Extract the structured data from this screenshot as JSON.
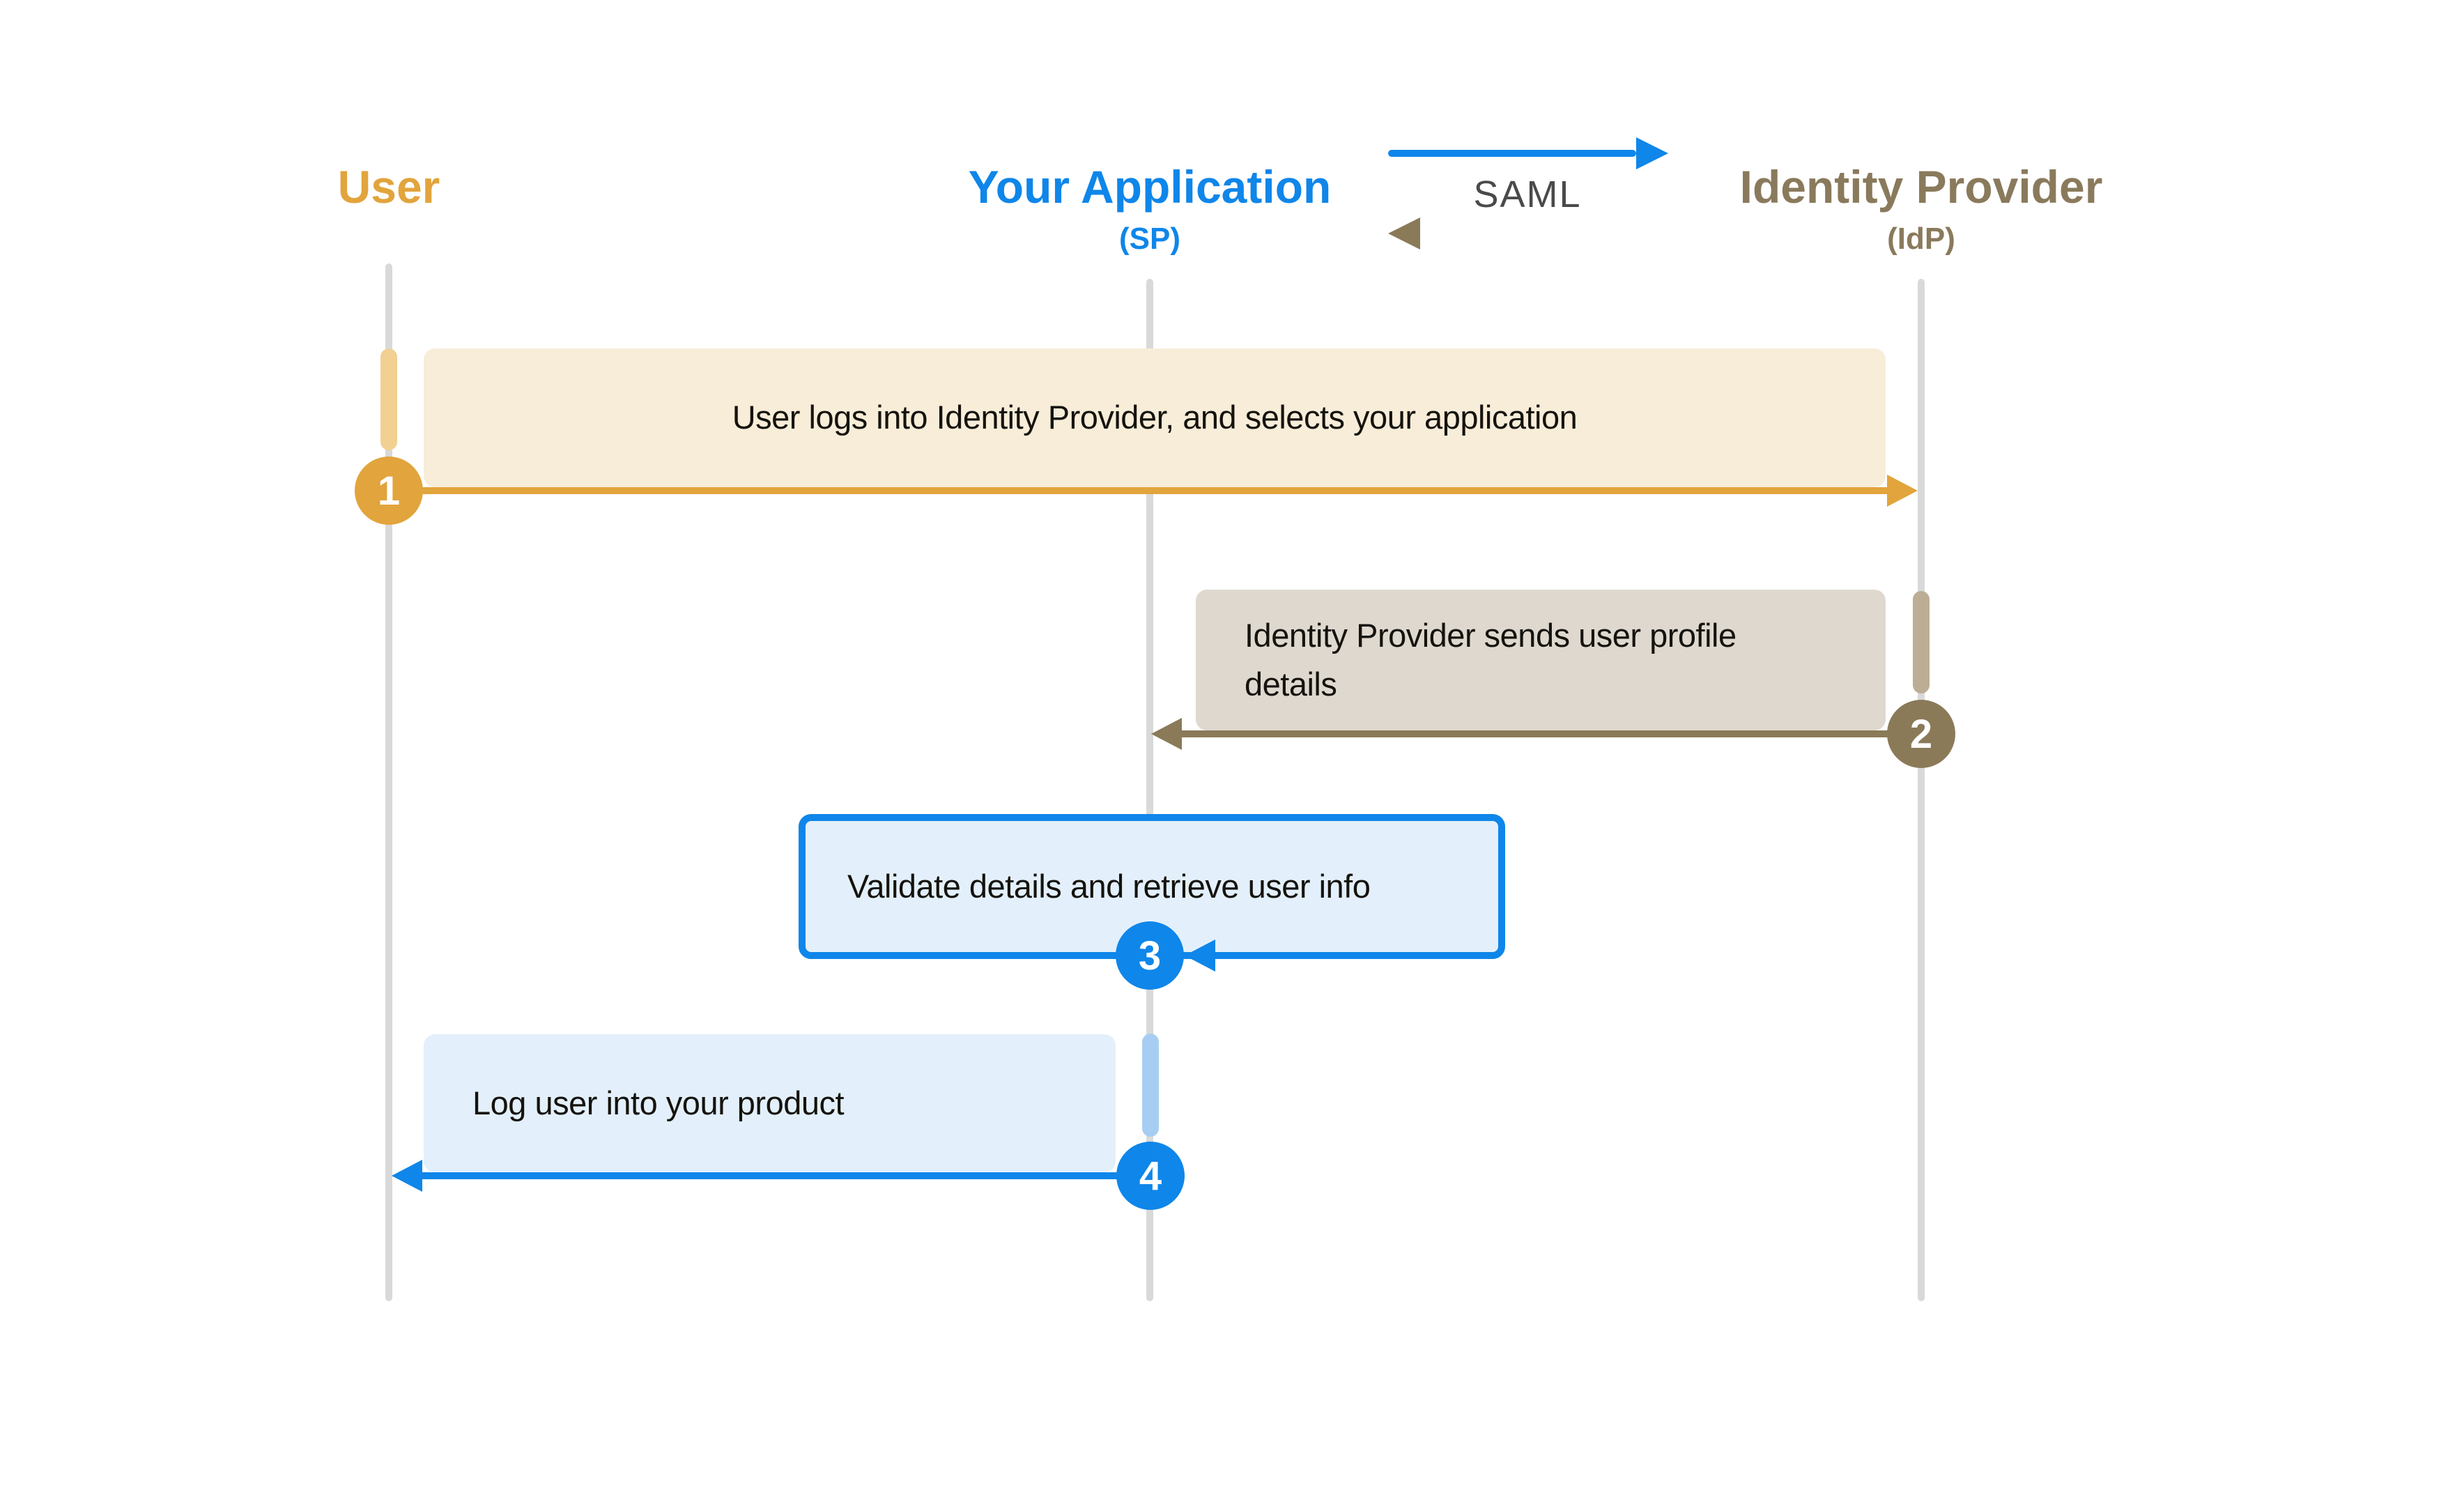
{
  "diagram": {
    "actors": [
      {
        "label": "User",
        "sublabel": ""
      },
      {
        "label": "Your Application",
        "sublabel": "(SP)"
      },
      {
        "label": "Identity Provider",
        "sublabel": "(IdP)"
      }
    ],
    "legend": {
      "label": "SAML"
    },
    "steps": [
      {
        "num": "1",
        "text": "User logs into Identity Provider, and selects your application",
        "from": "User",
        "to": "Identity Provider"
      },
      {
        "num": "2",
        "text": "Identity Provider sends user profile\ndetails",
        "from": "Identity Provider",
        "to": "Your Application"
      },
      {
        "num": "3",
        "text": "Validate details and retrieve user info",
        "from": "Your Application",
        "to": "Your Application"
      },
      {
        "num": "4",
        "text": "Log user into your product",
        "from": "Your Application",
        "to": "User"
      }
    ],
    "colors": {
      "user_accent": "#E2A43C",
      "user_activation": "#F1D092",
      "user_box": "#F8EDD8",
      "app_accent": "#0F86E9",
      "app_activation": "#A7CEF2",
      "app_box": "#E3F0FB",
      "idp_accent": "#8A7A58",
      "idp_activation": "#BCAE94",
      "idp_box": "#DFD8CF",
      "lifeline": "#D9D9D9",
      "saml_text": "#4A4A4A",
      "body_text": "#15130E",
      "background": "#FFFFFF"
    }
  }
}
